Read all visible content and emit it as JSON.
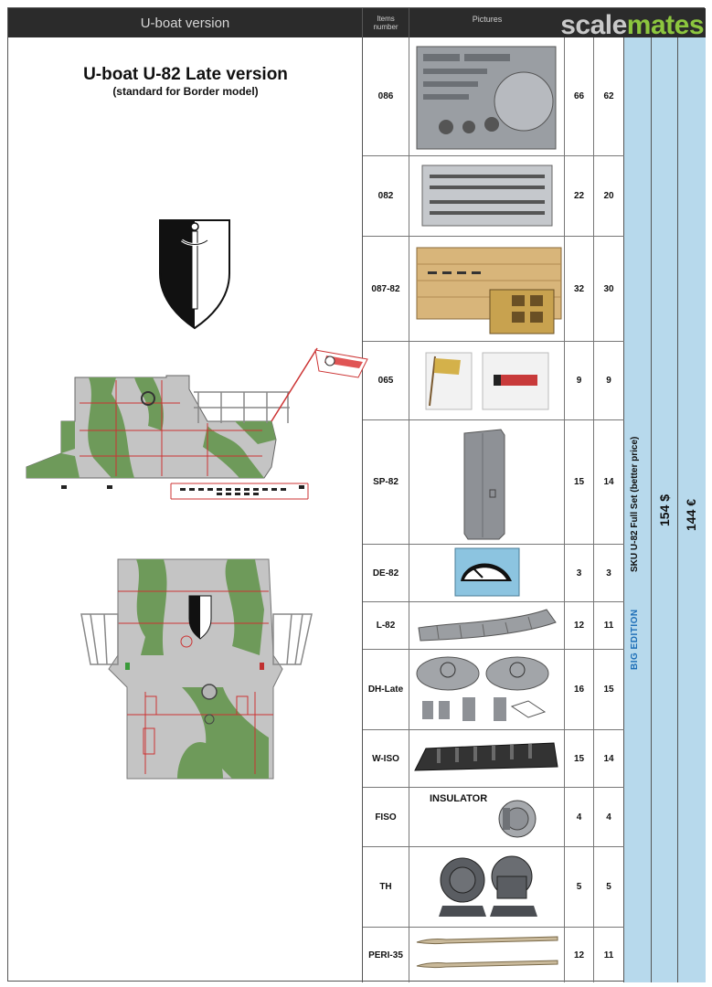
{
  "header": {
    "title": "U-boat version",
    "items_label_line1": "Items",
    "items_label_line2": "number",
    "pictures_label": "Pictures",
    "logo_part1": "scale",
    "logo_part2": "mates"
  },
  "main": {
    "title": "U-boat U-82 Late version",
    "subtitle": "(standard for Border model)"
  },
  "items": [
    {
      "code": "086",
      "a": "66",
      "b": "62"
    },
    {
      "code": "082",
      "a": "22",
      "b": "20"
    },
    {
      "code": "087-82",
      "a": "32",
      "b": "30"
    },
    {
      "code": "065",
      "a": "9",
      "b": "9"
    },
    {
      "code": "SP-82",
      "a": "15",
      "b": "14"
    },
    {
      "code": "DE-82",
      "a": "3",
      "b": "3"
    },
    {
      "code": "L-82",
      "a": "12",
      "b": "11"
    },
    {
      "code": "DH-Late",
      "a": "16",
      "b": "15"
    },
    {
      "code": "W-ISO",
      "a": "15",
      "b": "14"
    },
    {
      "code": "FISO",
      "a": "4",
      "b": "4"
    },
    {
      "code": "TH",
      "a": "5",
      "b": "5"
    },
    {
      "code": "PERI-35",
      "a": "12",
      "b": "11"
    }
  ],
  "pictures": {
    "fiso_label": "INSULATOR"
  },
  "edition": {
    "big_edition": "BIG EDITION",
    "sku": "SKU U-82 Full Set   (better price)",
    "price_usd": "154 $",
    "price_eur": "144 €"
  },
  "colors": {
    "header_bg": "#2b2b2b",
    "camo_grey": "#c4c4c4",
    "camo_green": "#6e9a5a",
    "price_column": "#b7d9ec",
    "logo_green": "#8cc63e"
  }
}
